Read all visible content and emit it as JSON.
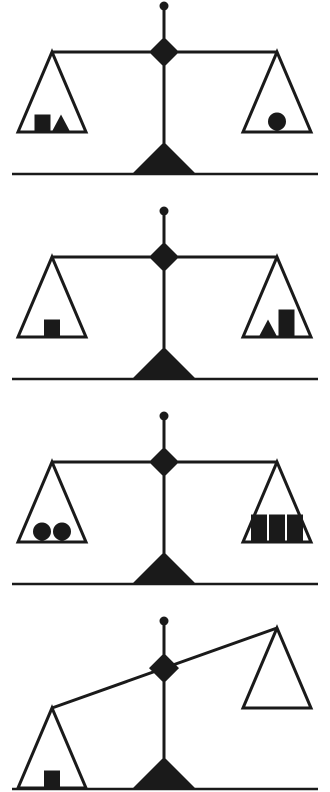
{
  "colors": {
    "ink": "#1a1a1a",
    "background": "#ffffff"
  },
  "puzzle": {
    "scales": [
      {
        "id": "scale-1",
        "tilt": "level",
        "left_pan": [
          "square",
          "triangle"
        ],
        "right_pan": [
          "circle"
        ]
      },
      {
        "id": "scale-2",
        "tilt": "level",
        "left_pan": [
          "square"
        ],
        "right_pan": [
          "triangle",
          "tall-rectangle"
        ]
      },
      {
        "id": "scale-3",
        "tilt": "level",
        "left_pan": [
          "circle",
          "circle"
        ],
        "right_pan": [
          "tall-rectangle",
          "tall-rectangle",
          "tall-rectangle"
        ]
      },
      {
        "id": "scale-4",
        "tilt": "left-down",
        "left_pan": [
          "square"
        ],
        "right_pan": []
      }
    ]
  }
}
